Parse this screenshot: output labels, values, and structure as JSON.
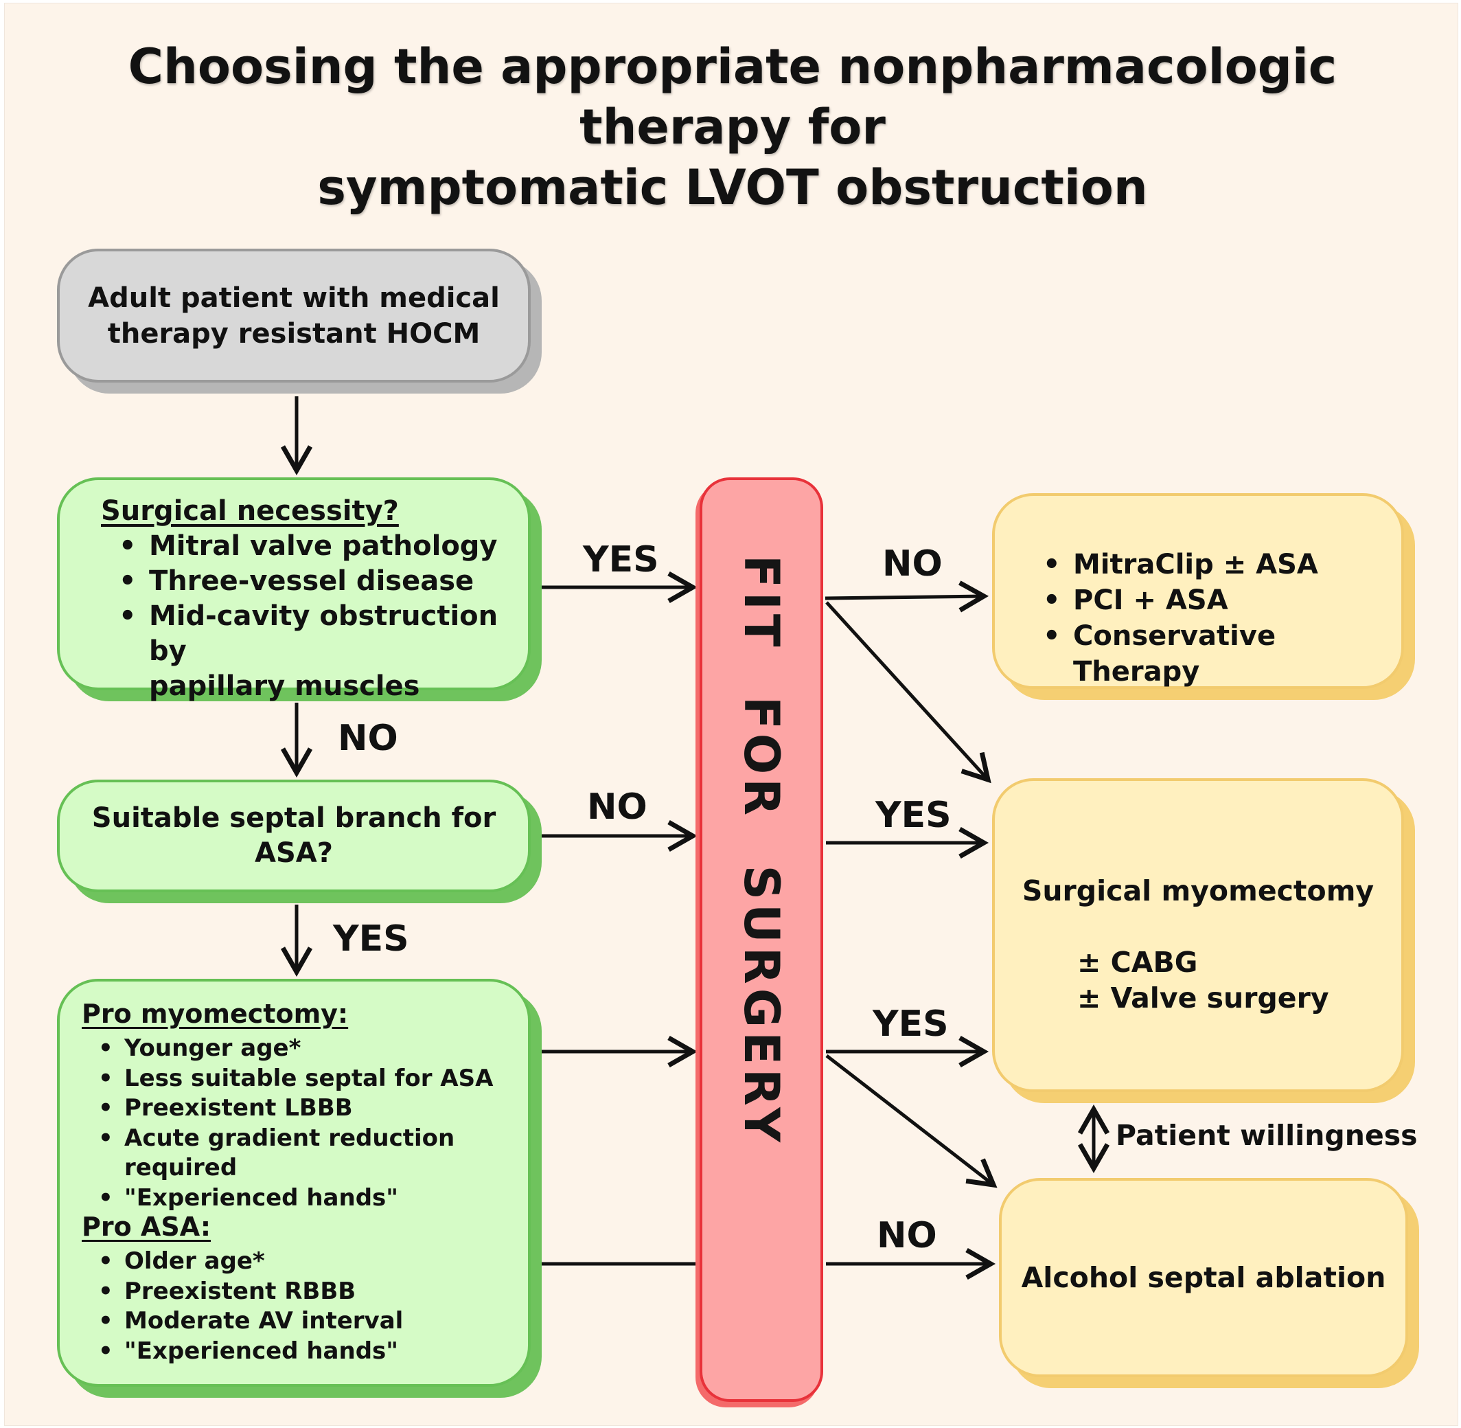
{
  "title": {
    "line1": "Choosing the appropriate nonpharmacologic therapy for",
    "line2": "symptomatic LVOT obstruction"
  },
  "nodes": {
    "start": {
      "line1": "Adult patient with medical",
      "line2": "therapy resistant HOCM"
    },
    "necessity": {
      "heading": "Surgical necessity?",
      "items": [
        "Mitral valve pathology",
        "Three-vessel disease",
        "Mid-cavity obstruction by",
        "papillary muscles"
      ]
    },
    "septal": {
      "line1": "Suitable septal branch for",
      "line2": "ASA?"
    },
    "pro": {
      "myectomy_heading": "Pro myomectomy:",
      "myectomy_items": [
        "Younger age*",
        "Less suitable septal for ASA",
        "Preexistent LBBB",
        "Acute gradient reduction required",
        "\"Experienced hands\""
      ],
      "asa_heading": "Pro ASA:",
      "asa_items": [
        "Older age*",
        "Preexistent RBBB",
        "Moderate AV interval",
        "\"Experienced hands\""
      ]
    },
    "fit": {
      "label": "FIT FOR SURGERY"
    },
    "alternatives": {
      "items": [
        "MitraClip ± ASA",
        "PCI + ASA",
        "Conservative Therapy"
      ]
    },
    "myectomy": {
      "title": "Surgical myomectomy",
      "line1": "± CABG",
      "line2": "± Valve surgery"
    },
    "asa": {
      "title": "Alcohol septal ablation"
    }
  },
  "edge_labels": {
    "necessity_yes": "YES",
    "necessity_no": "NO",
    "septal_no": "NO",
    "septal_yes": "YES",
    "fit_no_top": "NO",
    "fit_yes_mid": "YES",
    "fit_yes_low": "YES",
    "fit_no_bottom": "NO",
    "willingness": "Patient willingness"
  },
  "colors": {
    "background": "#fdf4ea",
    "gray_box": "#d8d8d8",
    "green_box": "#d5fbc6",
    "green_border": "#66c055",
    "yellow_box": "#fff0bf",
    "yellow_border": "#f2cb6e",
    "red_bar": "#fda5a5",
    "red_border": "#e8323a"
  }
}
